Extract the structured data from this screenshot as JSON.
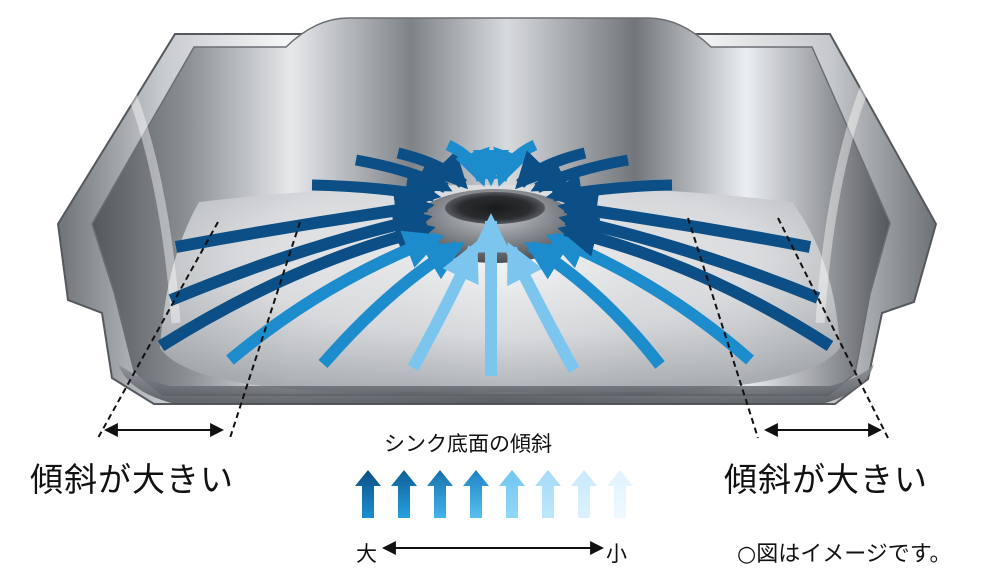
{
  "labels": {
    "left_slope": "傾斜が大きい",
    "right_slope": "傾斜が大きい",
    "legend_title": "シンク底面の傾斜",
    "legend_high": "大",
    "legend_low": "小",
    "note": "○図はイメージです。"
  },
  "colors": {
    "deep_blue": "#0b4f86",
    "mid_blue": "#1c8ccc",
    "light_blue": "#7cc5ef",
    "pale_blue": "#d8eefc",
    "steel_dark": "#5d6166",
    "steel_light": "#f2f3f4"
  },
  "legend": {
    "arrow_levels": [
      1,
      1,
      1,
      1,
      0.55,
      0.45,
      0.35,
      0.22
    ]
  }
}
